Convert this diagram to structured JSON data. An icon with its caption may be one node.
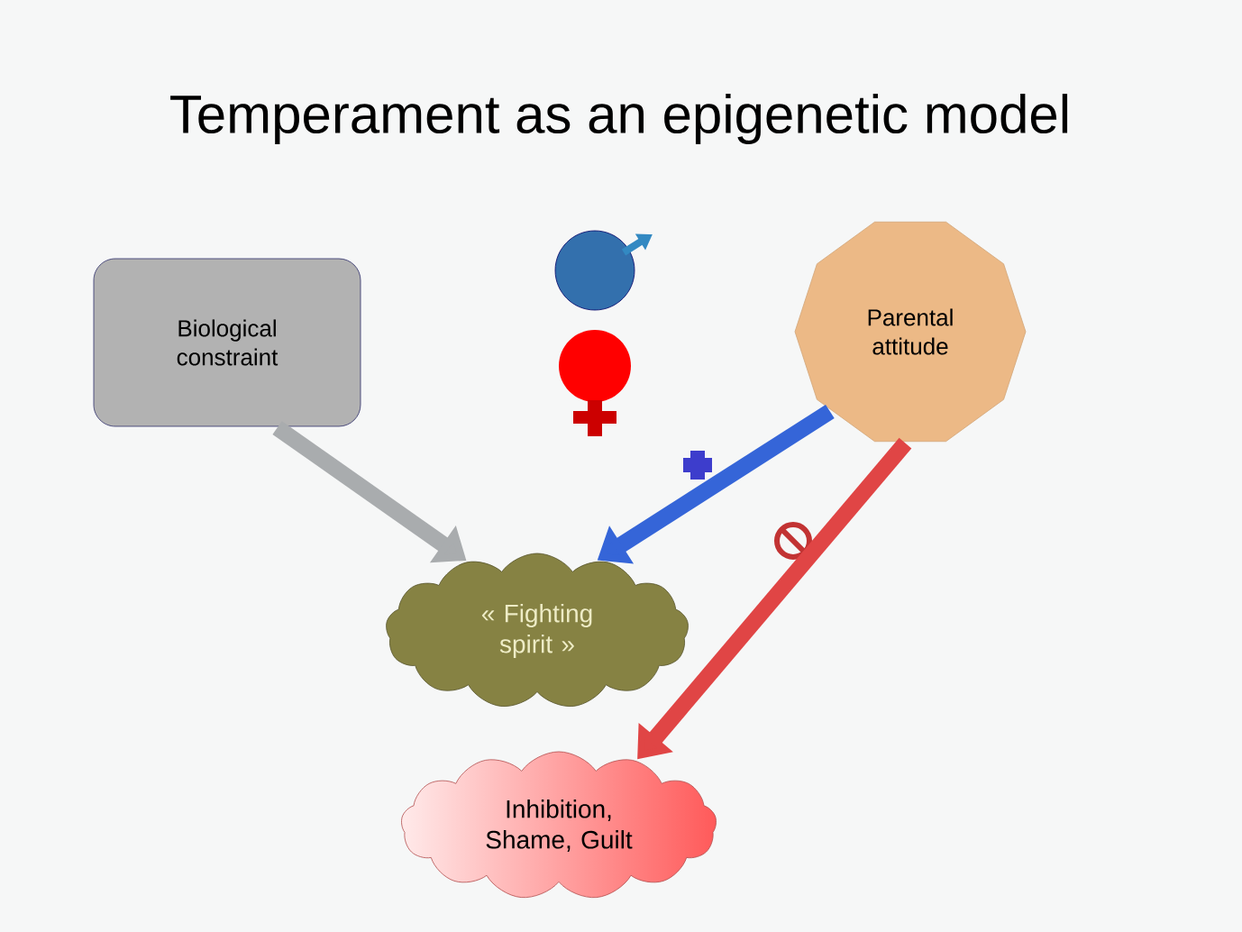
{
  "diagram": {
    "title": "Temperament as an epigenetic model",
    "nodes": [
      {
        "text": [
          "Biological constraint"
        ]
      },
      {
        "text": [
          "Parental attitude"
        ]
      },
      {
        "text": [
          "« Fighting spirit »"
        ]
      },
      {
        "text": [
          "Inhibition, Shame, Guilt"
        ]
      }
    ],
    "edges": [
      {
        "from": 0,
        "to": 2,
        "arrow": "to",
        "color": "#a9acae"
      },
      {
        "from": 1,
        "to": 2,
        "arrow": "to",
        "color": "#3565d8"
      },
      {
        "from": 1,
        "to": 3,
        "arrow": "to",
        "color": "#e04545"
      }
    ]
  }
}
